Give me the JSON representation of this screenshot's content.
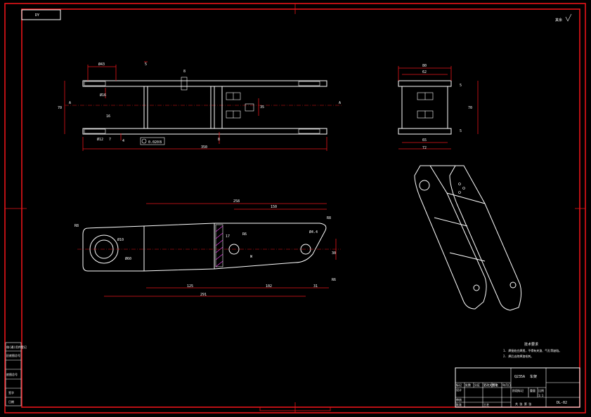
{
  "sheet": {
    "code_box": "DY",
    "top_right_note": "其余",
    "bottom_left_tabs": [
      "借(通)用件登记",
      "旧底图总号",
      "底图总号",
      "签字",
      "日期"
    ]
  },
  "front_view": {
    "dims": {
      "d1": "Ø43",
      "d2": "5",
      "d3": "8",
      "d4": "Ø16",
      "d5": "70",
      "d6": "Ø12",
      "d7": "7",
      "d8": "4",
      "d9": "350",
      "d10": "8",
      "d11": "35",
      "d12": "16",
      "section_mark_a": "A",
      "tolerance": "0.020",
      "datum": "B"
    }
  },
  "side_view": {
    "dims": {
      "w_top": "80",
      "w_inner": "62",
      "h_right": "70",
      "h_mid": "5",
      "h_bot": "5",
      "w_b1": "65",
      "w_b2": "72"
    }
  },
  "top_view": {
    "dims": {
      "overall": "258",
      "span_150": "150",
      "r_left": "R8",
      "r_hole": "R6",
      "d_hole": "Ø10",
      "d_big": "Ø60",
      "d_small": "Ø4.4",
      "w_17": "17",
      "r_right": "R8",
      "h_30": "30",
      "l_125": "125",
      "l_102": "102",
      "l_31": "31",
      "l_291": "291",
      "r_bot": "R6",
      "note_w": "W"
    }
  },
  "tech_notes": {
    "title": "技术要求",
    "line1": "1. 焊接处应焊透，不得有夹渣、气孔等缺陷。",
    "line2": "2. 焊后去除焊渣毛刺。"
  },
  "title_block": {
    "material": "Q235A",
    "part_name": "车架",
    "drawing_no": "DL-02",
    "row_labels": [
      "标记",
      "处数",
      "分区",
      "更改文件号",
      "签名",
      "年月日"
    ],
    "design": "设计",
    "check": "审核",
    "craft": "工艺",
    "approve": "批准",
    "stage": "阶段标记",
    "weight": "重量",
    "scale": "比例",
    "scale_val": "1:1",
    "sheet_info": "共 张 第 张"
  }
}
